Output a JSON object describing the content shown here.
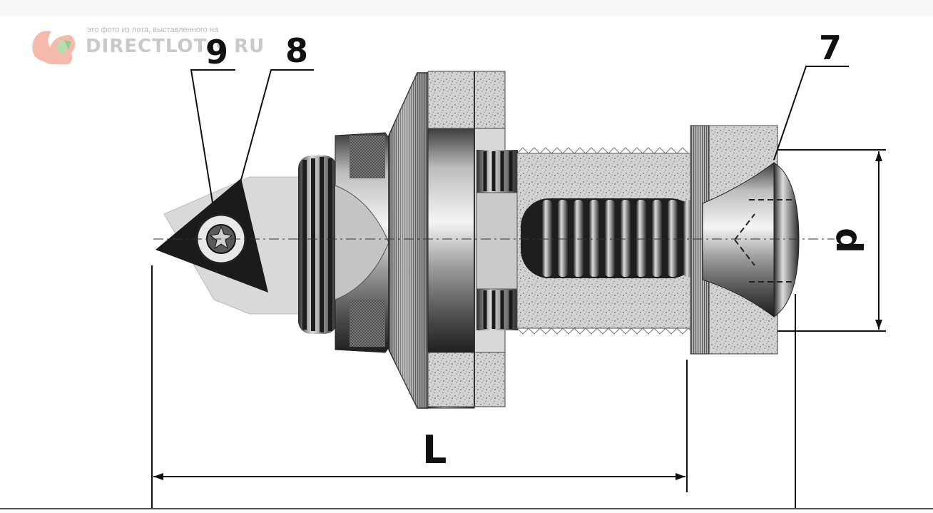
{
  "watermark": {
    "caption": "это фото из лота, выставленного на",
    "brand": "DIRECTLOT",
    "brand_suffix": "RU"
  },
  "callouts": {
    "insert": "9",
    "clamp": "8",
    "cap": "7"
  },
  "dimensions": {
    "length": "L",
    "diameter": "d"
  },
  "colors": {
    "ink": "#111111",
    "steel_light": "#e6e6e6",
    "steel_mid": "#9a9a9a",
    "steel_dark": "#2b2b2b",
    "watermark_accent": "#f0a08c"
  }
}
